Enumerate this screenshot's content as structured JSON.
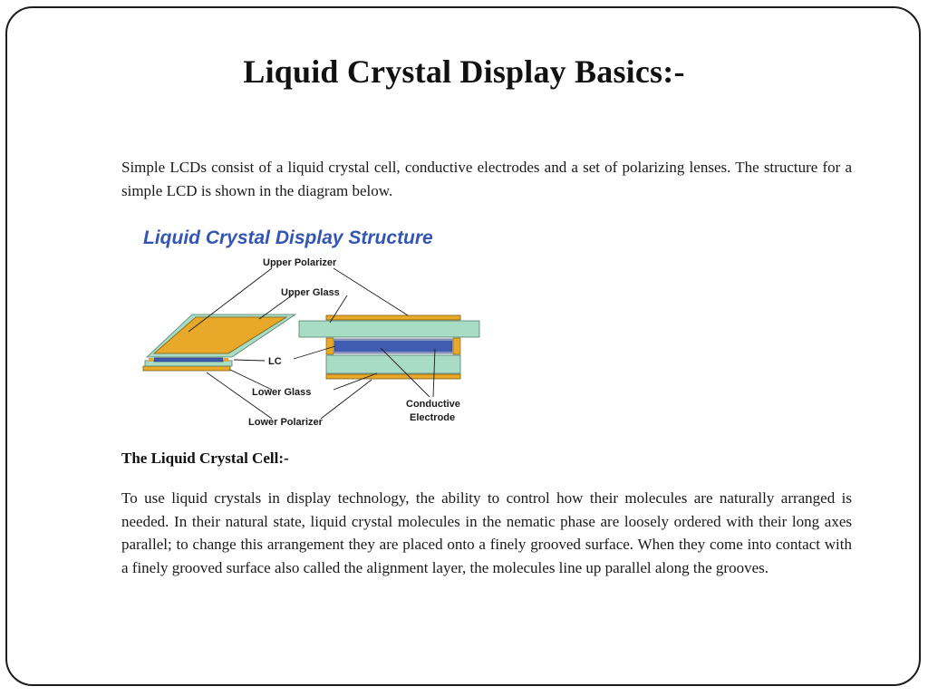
{
  "slide": {
    "title": "Liquid Crystal Display Basics:-",
    "intro": "Simple LCDs consist of a liquid crystal cell, conductive electrodes and a set of polarizing lenses. The structure for a simple LCD is shown in the diagram below.",
    "section_heading": "The Liquid Crystal Cell:-",
    "section_text": "To use liquid crystals in display technology, the ability to control how their molecules are naturally arranged is needed. In their natural state, liquid crystal molecules in the nematic phase are loosely ordered with their long axes parallel; to change this arrangement they are placed onto a finely grooved surface. When they come into contact with a finely grooved surface also called the alignment layer, the molecules line up parallel along the grooves."
  },
  "diagram": {
    "title": "Liquid Crystal Display Structure",
    "labels": {
      "upper_polarizer": "Upper Polarizer",
      "upper_glass": "Upper Glass",
      "lc": "LC",
      "lower_glass": "Lower Glass",
      "lower_polarizer": "Lower Polarizer",
      "conductive": "Conductive",
      "electrode": "Electrode"
    },
    "colors": {
      "polarizer": "#e8a92a",
      "glass": "#a9dcc4",
      "liquid_crystal": "#3f5cb0",
      "title": "#3355b3"
    }
  }
}
